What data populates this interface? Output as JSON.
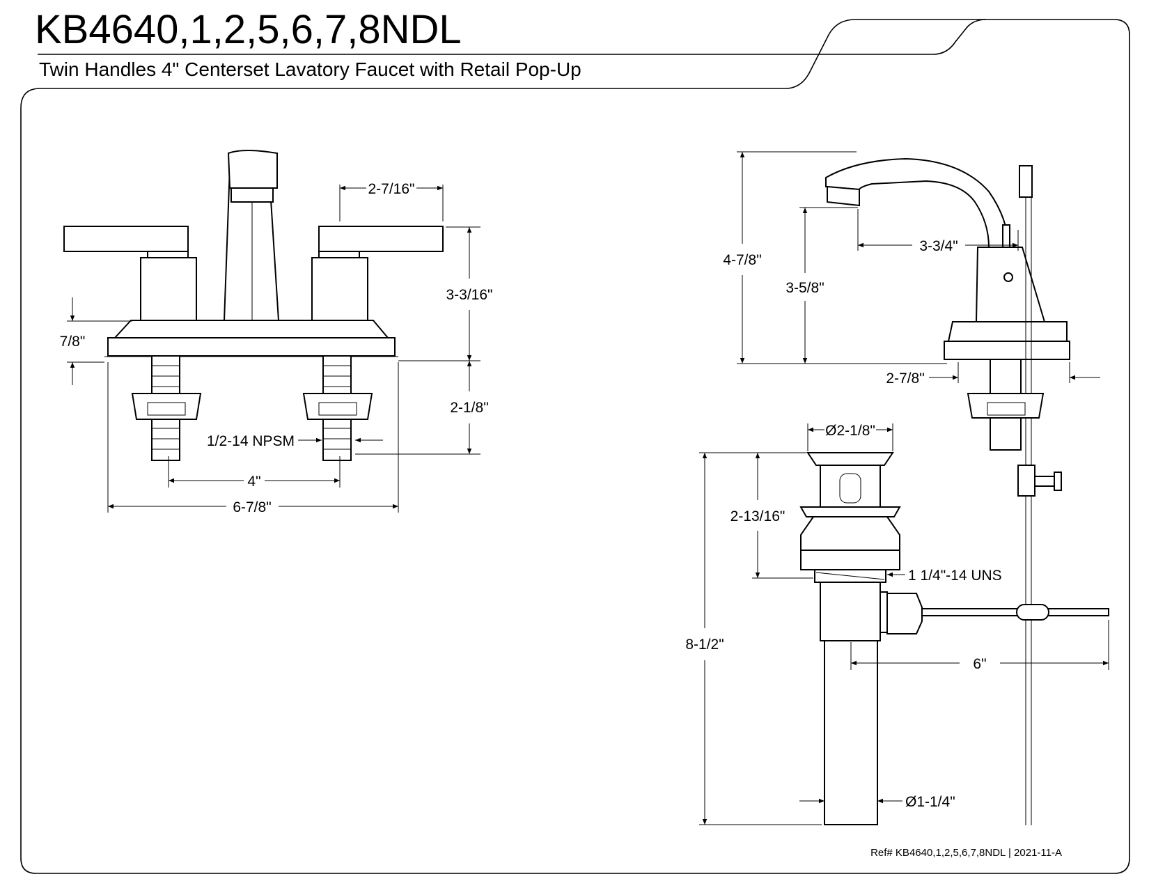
{
  "header": {
    "model": "KB4640,1,2,5,6,7,8NDL",
    "description": "Twin Handles 4\" Centerset Lavatory Faucet with Retail Pop-Up"
  },
  "front_view": {
    "handle_spacing": "2-7/16\"",
    "height_above_deck": "3-3/16\"",
    "base_height": "7/8\"",
    "shank_length": "2-1/8\"",
    "thread": "1/2-14 NPSM",
    "center_spacing": "4\"",
    "overall_width": "6-7/8\""
  },
  "side_view": {
    "overall_height": "4-7/8\"",
    "spout_height": "3-5/8\"",
    "spout_reach": "3-3/4\"",
    "base_depth": "2-7/8\""
  },
  "drain_view": {
    "flange_diameter": "Ø2-1/8\"",
    "body_height": "2-13/16\"",
    "thread": "1 1/4\"-14 UNS",
    "overall_length": "8-1/2\"",
    "rod_length": "6\"",
    "tailpiece_diameter": "Ø1-1/4\""
  },
  "footer": {
    "ref": "Ref# KB4640,1,2,5,6,7,8NDL | 2021-11-A"
  }
}
